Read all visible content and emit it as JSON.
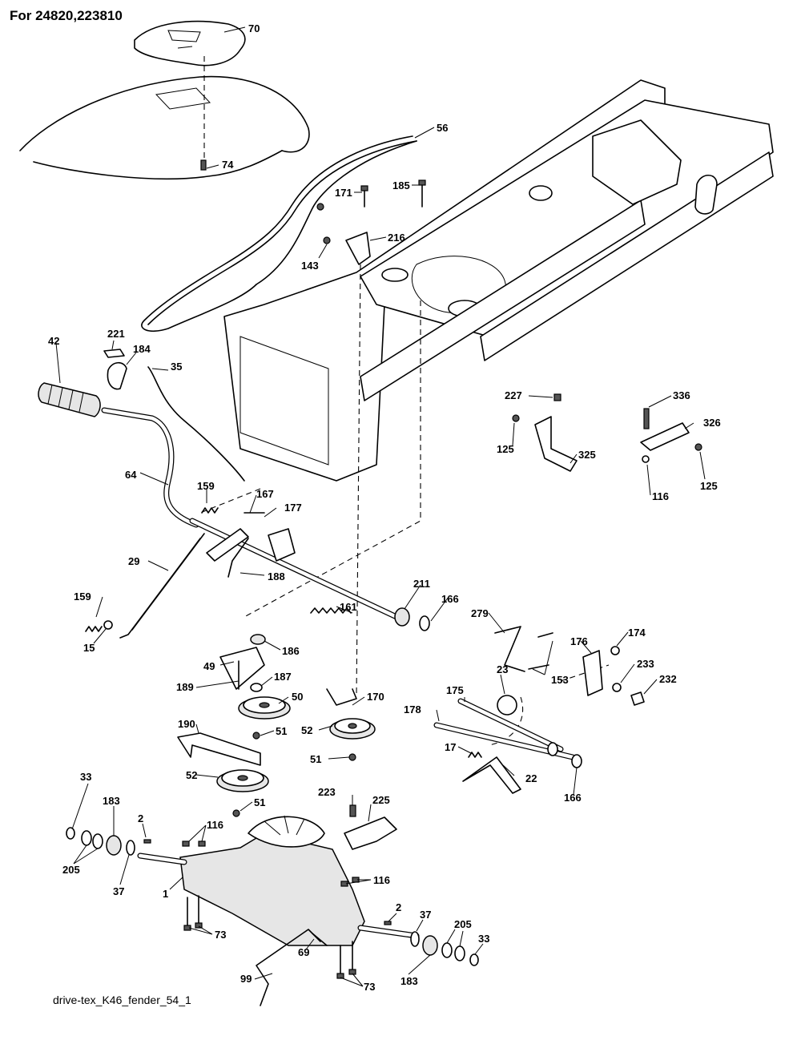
{
  "header": {
    "model_text": "For 24820,223810"
  },
  "footer": {
    "drawing_id": "drive-tex_K46_fender_54_1"
  },
  "callouts": [
    "70",
    "74",
    "56",
    "171",
    "185",
    "216",
    "143",
    "42",
    "221",
    "184",
    "35",
    "227",
    "336",
    "326",
    "125",
    "325",
    "116",
    "64",
    "159",
    "167",
    "177",
    "29",
    "188",
    "211",
    "166",
    "159",
    "15",
    "186",
    "161",
    "49",
    "187",
    "189",
    "50",
    "170",
    "279",
    "153",
    "176",
    "174",
    "23",
    "233",
    "232",
    "175",
    "178",
    "190",
    "51",
    "52",
    "17",
    "22",
    "166",
    "223",
    "225",
    "33",
    "183",
    "2",
    "116",
    "205",
    "37",
    "1",
    "116",
    "2",
    "37",
    "205",
    "73",
    "69",
    "33",
    "183",
    "99",
    "73",
    "52",
    "51",
    "51",
    "125"
  ]
}
